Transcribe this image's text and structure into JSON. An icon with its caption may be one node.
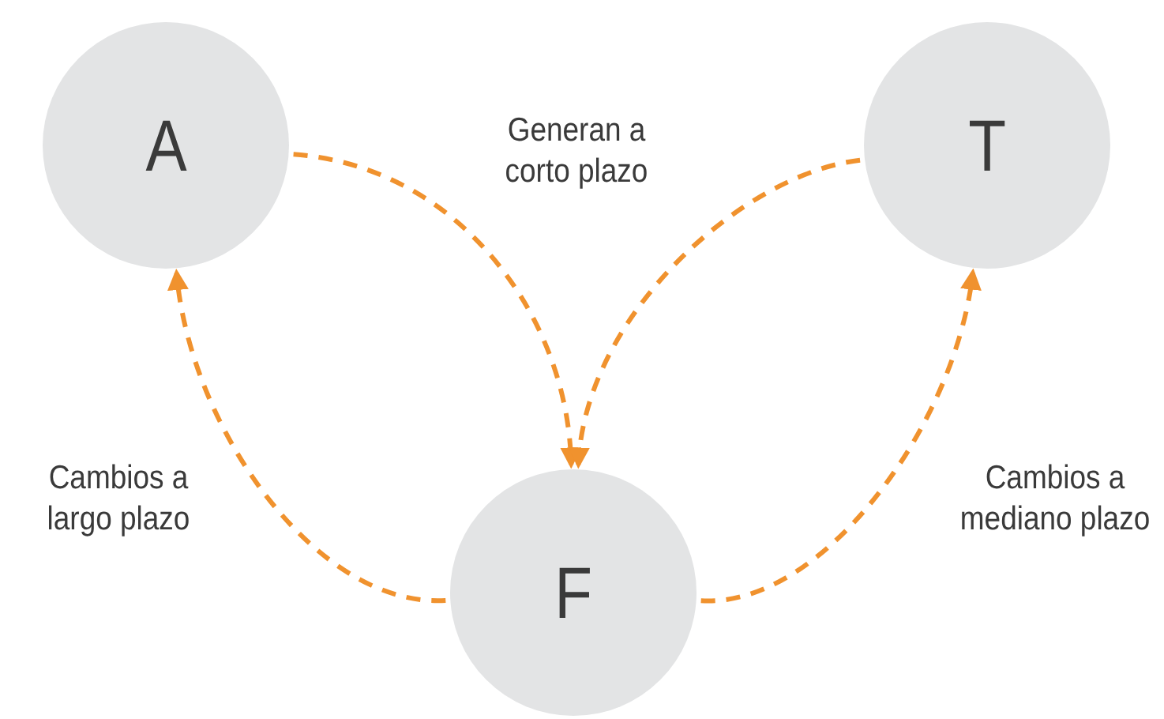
{
  "diagram": {
    "nodes": [
      {
        "text": [
          "A"
        ]
      },
      {
        "text": [
          "T"
        ]
      },
      {
        "text": [
          "F"
        ]
      }
    ],
    "edges": [
      {
        "from": 0,
        "to": 2,
        "arrow": "to",
        "style": "dashed"
      },
      {
        "from": 1,
        "to": 2,
        "arrow": "to",
        "style": "dashed"
      },
      {
        "from": 2,
        "to": 0,
        "arrow": "to",
        "style": "dashed"
      },
      {
        "from": 2,
        "to": 1,
        "arrow": "to",
        "style": "dashed"
      }
    ],
    "labels": [
      "Generan a corto plazo",
      "Cambios a largo plazo",
      "Cambios a mediano plazo"
    ]
  }
}
